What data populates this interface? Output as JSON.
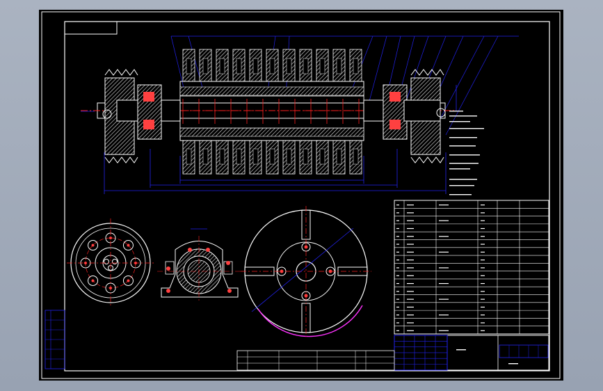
{
  "window": {
    "background_color": "#9aa4b4",
    "sheet_color": "#000000"
  },
  "drawing": {
    "colors": {
      "outline": "#ffffff",
      "dimension": "#2222ee",
      "hatch": "#e8e8e8",
      "center_line": "#ff2020",
      "bearing_fill": "#ff4040",
      "magenta_arc": "#ff33ff",
      "table_yellow": "#ffff00"
    },
    "views": [
      {
        "name": "main-section-view"
      },
      {
        "name": "pulley-end-view"
      },
      {
        "name": "bearing-housing-view"
      },
      {
        "name": "disc-plate-view"
      }
    ],
    "parts_table": {
      "rows": 17,
      "columns": 5
    },
    "title_block": {
      "cells": 6
    }
  }
}
